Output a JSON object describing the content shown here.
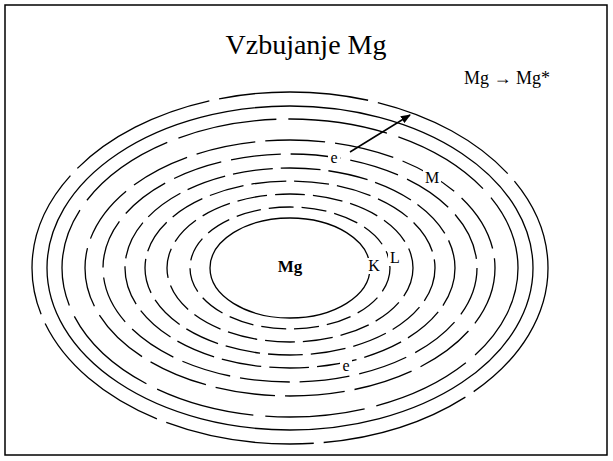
{
  "diagram": {
    "title": "Vzbujanje Mg",
    "labels": [
      "Mg → Mg*",
      "e",
      "M",
      "K",
      "L",
      "Mg",
      "e"
    ]
  }
}
